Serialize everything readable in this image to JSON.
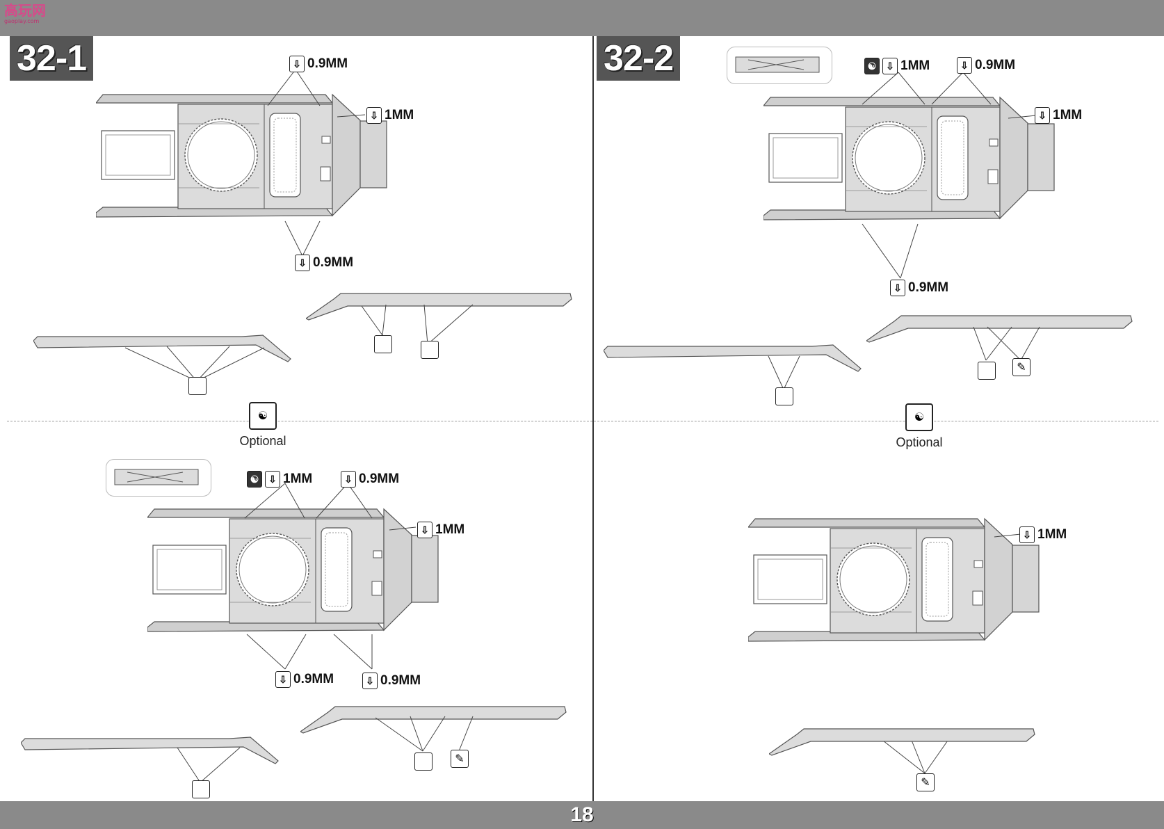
{
  "watermark": {
    "title": "高玩网",
    "subtitle": "gaoplay.com"
  },
  "steps": {
    "left_label": "32-1",
    "right_label": "32-2"
  },
  "callouts": {
    "l_top_09": "0.9MM",
    "l_top_1": "1MM",
    "l_bottom_09": "0.9MM",
    "l2_top_1": "1MM",
    "l2_top_09": "0.9MM",
    "l2_side_1": "1MM",
    "l2_bot_a": "0.9MM",
    "l2_bot_b": "0.9MM",
    "r_top_1": "1MM",
    "r_top_09": "0.9MM",
    "r_side_1": "1MM",
    "r_bottom_09": "0.9MM",
    "r2_side_1": "1MM"
  },
  "optional": {
    "left": "Optional",
    "right": "Optional"
  },
  "page_number": "18",
  "colors": {
    "bar": "#8a8a8a",
    "badge": "#555555",
    "part_fill": "#d9d9d9",
    "part_stroke": "#555555"
  }
}
